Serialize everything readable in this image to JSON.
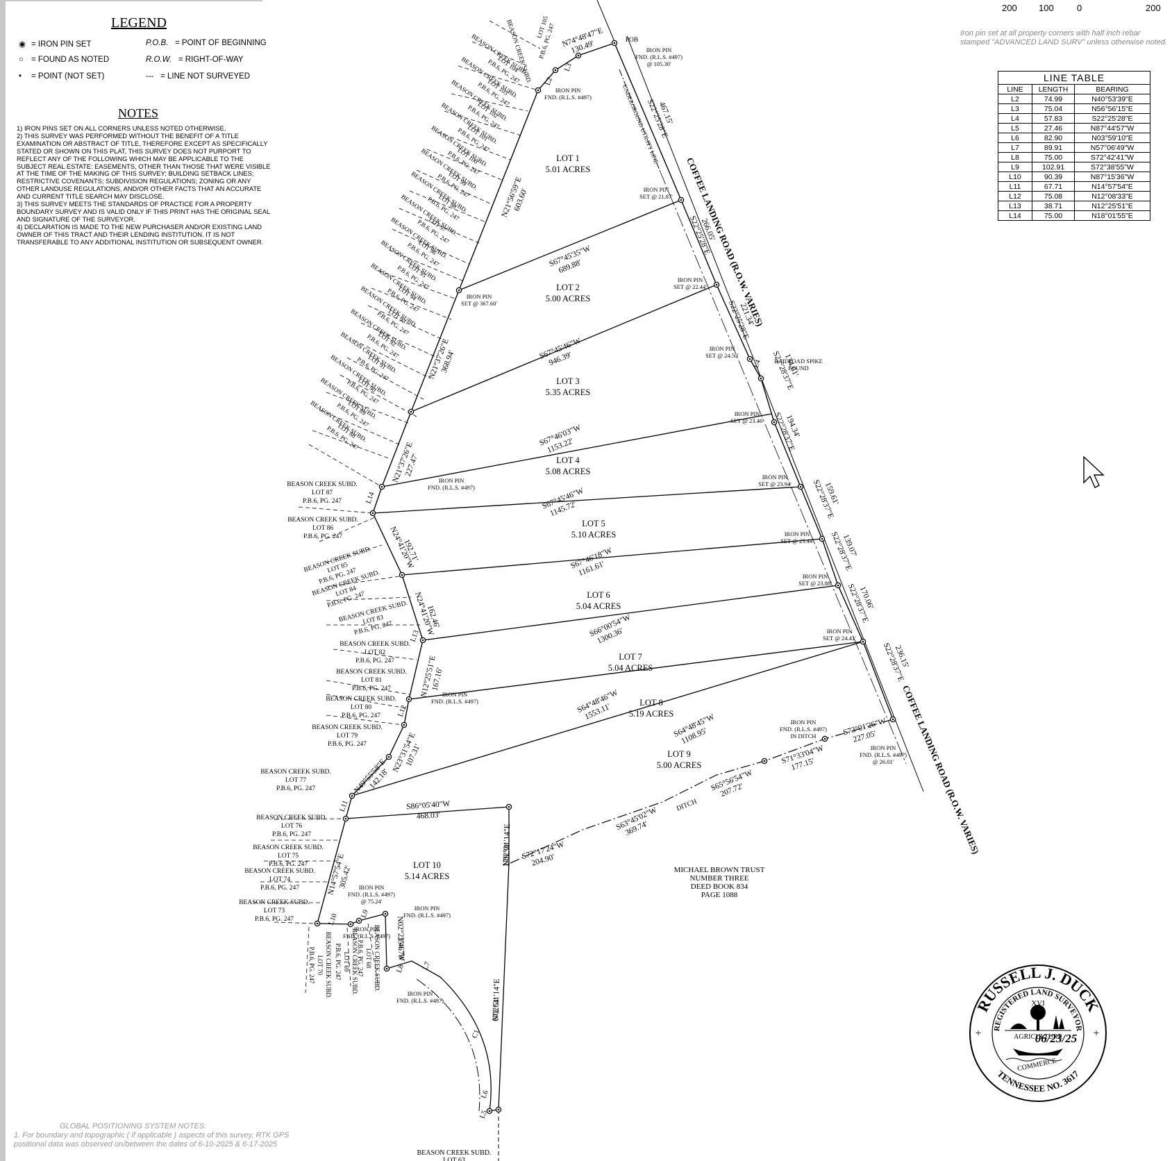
{
  "legend": {
    "title": "LEGEND",
    "items": [
      {
        "symbol": "iron-pin-set",
        "label": "= IRON PIN SET"
      },
      {
        "symbol": "found-as-noted",
        "label": "= FOUND AS NOTED"
      },
      {
        "symbol": "point-not-set",
        "label": "= POINT (NOT SET)"
      },
      {
        "abbr": "P.O.B.",
        "label": "= POINT OF BEGINNING"
      },
      {
        "abbr": "R.O.W.",
        "label": "= RIGHT-OF-WAY"
      },
      {
        "abbr": "---",
        "label": "= LINE NOT SURVEYED"
      }
    ]
  },
  "notes": {
    "title": "NOTES",
    "items": [
      "1) IRON PINS SET ON ALL CORNERS UNLESS NOTED OTHERWISE.",
      "2) THIS SURVEY WAS PERFORMED WITHOUT THE BENEFIT OF A TITLE EXAMINATION OR ABSTRACT OF TITLE, THEREFORE EXCEPT AS SPECIFICALLY STATED OR SHOWN ON THIS PLAT, THIS SURVEY DOES NOT PURPORT TO REFLECT ANY OF THE FOLLOWING WHICH MAY BE APPLICABLE TO THE SUBJECT REAL ESTATE: EASEMENTS, OTHER THAN THOSE THAT WERE VISIBLE AT THE TIME OF THE MAKING OF THIS SURVEY; BUILDING SETBACK LINES; RESTRICTIVE COVENANTS; SUBDIVISION REGULATIONS; ZONING OR ANY OTHER LANDUSE REGULATIONS, AND/OR OTHER FACTS THAT AN ACCURATE AND CURRENT TITLE SEARCH MAY DISCLOSE.",
      "3) THIS SURVEY MEETS THE STANDARDS OF PRACTICE FOR A PROPERTY BOUNDARY SURVEY AND IS VALID ONLY IF THIS PRINT HAS THE ORIGINAL SEAL AND SIGNATURE OF THE SURVEYOR.",
      "4) DECLARATION IS MADE TO THE NEW PURCHASER AND/OR EXISTING LAND OWNER OF THIS TRACT AND THEIR LENDING INSTITUTION. IT IS NOT TRANSFERABLE TO ANY ADDITIONAL INSTITUTION OR SUBSEQUENT OWNER."
    ]
  },
  "scale": {
    "labels": [
      "200",
      "100",
      "0",
      "200"
    ]
  },
  "iron_note": "Iron pin set at all property corners with half inch rebar stamped \"ADVANCED LAND SURV\" unless otherwise noted.",
  "gps_notes": {
    "title": "GLOBAL POSITIONING SYSTEM NOTES:",
    "item": "1. For boundary and topographic ( if applicable ) aspects of this survey, RTK GPS positional data was observed on/between the dates of 6-10-2025 & 6-17-2025"
  },
  "line_table": {
    "title": "LINE TABLE",
    "headers": [
      "LINE",
      "LENGTH",
      "BEARING"
    ],
    "rows": [
      [
        "L2",
        "74.99",
        "N40°53'39\"E"
      ],
      [
        "L3",
        "75.04",
        "N56°56'15\"E"
      ],
      [
        "L4",
        "57.83",
        "S22°25'28\"E"
      ],
      [
        "L5",
        "27.46",
        "N87°44'57\"W"
      ],
      [
        "L6",
        "82.90",
        "N03°59'10\"E"
      ],
      [
        "L7",
        "89.91",
        "N57°06'49\"W"
      ],
      [
        "L8",
        "75.00",
        "S72°42'41\"W"
      ],
      [
        "L9",
        "102.91",
        "S72°38'55\"W"
      ],
      [
        "L10",
        "90.39",
        "N87°15'36\"W"
      ],
      [
        "L11",
        "67.71",
        "N14°57'54\"E"
      ],
      [
        "L12",
        "75.08",
        "N12°08'33\"E"
      ],
      [
        "L13",
        "38.71",
        "N12°25'51\"E"
      ],
      [
        "L14",
        "75.00",
        "N18°01'55\"E"
      ]
    ]
  },
  "lots": [
    {
      "name": "LOT 1",
      "area": "5.01 ACRES"
    },
    {
      "name": "LOT 2",
      "area": "5.00 ACRES"
    },
    {
      "name": "LOT 3",
      "area": "5.35 ACRES"
    },
    {
      "name": "LOT 4",
      "area": "5.08 ACRES"
    },
    {
      "name": "LOT 5",
      "area": "5.10 ACRES"
    },
    {
      "name": "LOT 6",
      "area": "5.04 ACRES"
    },
    {
      "name": "LOT 7",
      "area": "5.04 ACRES"
    },
    {
      "name": "LOT 8",
      "area": "5.19 ACRES"
    },
    {
      "name": "LOT 9",
      "area": "5.00 ACRES"
    },
    {
      "name": "LOT 10",
      "area": "5.14 ACRES"
    }
  ],
  "lot_lines": [
    {
      "bearing": "S67°45'35\"W",
      "dist": "689.88'"
    },
    {
      "bearing": "S67°45'46\"W",
      "dist": "946.39'"
    },
    {
      "bearing": "S67°46'03\"W",
      "dist": "1153.22'"
    },
    {
      "bearing": "S67°45'46\"W",
      "dist": "1145.72'"
    },
    {
      "bearing": "S67°46'18\"W",
      "dist": "1161.61'"
    },
    {
      "bearing": "S66°00'54\"W",
      "dist": "1300.36'"
    },
    {
      "bearing": "S64°48'46\"W",
      "dist": "1553.11'"
    },
    {
      "bearing": "S64°48'45\"W",
      "dist": "1108.95'"
    },
    {
      "bearing": "S86°05'40\"W",
      "dist": "468.03'"
    }
  ],
  "road_calls": [
    {
      "bearing": "S22°25'28\"E",
      "dist": "467.15'"
    },
    {
      "bearing": "S22°25'28\"E",
      "dist": "266.05'"
    },
    {
      "bearing": "S22°25'28\"E",
      "dist": "221.34'"
    },
    {
      "bearing": "S22°28'37\"E",
      "dist": "134.61'"
    },
    {
      "bearing": "S22°28'37\"E",
      "dist": "194.34'"
    },
    {
      "bearing": "S22°28'37\"E",
      "dist": "159.61'"
    },
    {
      "bearing": "S22°28'37\"E",
      "dist": "139.07'"
    },
    {
      "bearing": "S22°28'37\"E",
      "dist": "170.06'"
    },
    {
      "bearing": "S22°28'37\"E",
      "dist": "236.15'"
    }
  ],
  "west_calls": [
    {
      "bearing": "N21°56'59\"E",
      "dist": "603.60'"
    },
    {
      "bearing": "N21°37'26\"E",
      "dist": "368.94'"
    },
    {
      "bearing": "N21°37'26\"E",
      "dist": "227.47'"
    },
    {
      "bearing": "N24°41'20\"W",
      "dist": "192.71'"
    },
    {
      "bearing": "N24°41'20\"W",
      "dist": "162.46'"
    },
    {
      "bearing": "N12°25'51\"E",
      "dist": "167.16'"
    },
    {
      "bearing": "N23°31'54\"E",
      "dist": "107.31'"
    },
    {
      "bearing": "N49°55'58\"E",
      "dist": "142.18'"
    },
    {
      "bearing": "N14°57'54\"E",
      "dist": "305.42'"
    }
  ],
  "south_calls": [
    {
      "bearing": "S73°01'26\"W",
      "dist": "227.05'"
    },
    {
      "bearing": "S71°33'04\"W",
      "dist": "177.15'"
    },
    {
      "bearing": "S65°56'54\"W",
      "dist": "207.72'"
    },
    {
      "bearing": "S63°45'02\"W",
      "dist": "369.74'"
    },
    {
      "bearing": "S72°17'24\"W",
      "dist": "204.90'"
    },
    {
      "bearing": "N02°31'14\"E",
      "dist": "179.30'"
    },
    {
      "bearing": "N02°31'14\"E",
      "dist": "672.64'"
    },
    {
      "bearing": "N02°23'46\"W",
      "dist": "154.73'"
    },
    {
      "bearing": "N74°48'47\"E",
      "dist": "130.49'"
    }
  ],
  "pins": [
    {
      "label": "IRON PIN",
      "sub": "SET @ 21.87'"
    },
    {
      "label": "IRON PIN",
      "sub": "SET @ 22.44'"
    },
    {
      "label": "IRON PIN",
      "sub": "SET @ 24.50'"
    },
    {
      "label": "IRON PIN",
      "sub": "SET @ 23.46'"
    },
    {
      "label": "IRON PIN",
      "sub": "SET @ 23.94'"
    },
    {
      "label": "IRON PIN",
      "sub": "SET @ 23.44'"
    },
    {
      "label": "IRON PIN",
      "sub": "SET @ 23.88'"
    },
    {
      "label": "IRON PIN",
      "sub": "SET @ 24.41'"
    },
    {
      "label": "IRON PIN",
      "sub": "SET @ 367.60'"
    },
    {
      "label": "IRON PIN",
      "sub": "FND. (R.L.S. #497)"
    },
    {
      "label": "IRON PIN",
      "sub": "FND. (R.L.S. #497)"
    },
    {
      "label": "IRON PIN",
      "sub": "FND. (R.L.S. #497)"
    },
    {
      "label": "IRON PIN",
      "sub": "FND. (R.L.S. #497)"
    },
    {
      "label": "IRON PIN",
      "sub": "FND. (R.L.S. #497)"
    },
    {
      "label": "IRON PIN",
      "sub": "FND. (R.L.S. #497)"
    }
  ],
  "pin_extras": {
    "pob_pin": {
      "label": "IRON PIN",
      "sub": "FND. (R.L.S. #497)",
      "sub2": "@ 105.30'"
    },
    "ditch_pin": {
      "label": "IRON PIN",
      "sub": "FND. (R.L.S. #497)",
      "sub2": "IN DITCH"
    },
    "road_pin": {
      "label": "IRON PIN",
      "sub": "FND. (R.L.S. #497)",
      "sub2": "@ 26.01'"
    },
    "l9_pin": {
      "label": "IRON PIN",
      "sub": "FND. (R.L.S. #497)",
      "sub2": "@ 75.24'"
    },
    "railroad_spike": {
      "label": "RAILROAD SPIKE",
      "sub": "FOUND"
    }
  },
  "adjoiners_west": [
    "BEASON CREEK SUBD.",
    "LOT 105",
    "P.B.6, PG. 247",
    "LOT 104",
    "LOT 103",
    "LOT 102",
    "LOT 101",
    "LOT 100",
    "LOT 99",
    "LOT 98",
    "LOT 97",
    "LOT 96",
    "LOT 95",
    "LOT 94",
    "LOT 93",
    "LOT 92",
    "LOT 91",
    "LOT 90",
    "LOT 89",
    "LOT 88"
  ],
  "adjoiners_block": [
    {
      "subd": "BEASON CREEK SUBD.",
      "lot": "LOT 87",
      "pb": "P.B.6, PG. 247"
    },
    {
      "subd": "BEASON CREEK SUBD.",
      "lot": "LOT 86",
      "pb": "P.B.6, PG. 247"
    },
    {
      "subd": "BEASON CREEK SUBD.",
      "lot": "LOT 85",
      "pb": "P.B.6, PG. 247"
    },
    {
      "subd": "BEASON CREEK SUBD.",
      "lot": "LOT 84",
      "pb": "P.B.6, PG. 247"
    },
    {
      "subd": "BEASON CREEK SUBD.",
      "lot": "LOT 83",
      "pb": "P.B.6, PG. 247"
    },
    {
      "subd": "BEASON CREEK SUBD.",
      "lot": "LOT 82",
      "pb": "P.B.6, PG. 247"
    },
    {
      "subd": "BEASON CREEK SUBD.",
      "lot": "LOT 81",
      "pb": "P.B.6, PG. 247"
    },
    {
      "subd": "BEASON CREEK SUBD.",
      "lot": "LOT 80",
      "pb": "P.B.6, PG. 247"
    },
    {
      "subd": "BEASON CREEK SUBD.",
      "lot": "LOT 79",
      "pb": "P.B.6, PG. 247"
    },
    {
      "subd": "BEASON CREEK SUBD.",
      "lot": "LOT 77",
      "pb": "P.B.6, PG. 247"
    },
    {
      "subd": "BEASON CREEK SUBD.",
      "lot": "LOT 76",
      "pb": "P.B.6, PG. 247"
    },
    {
      "subd": "BEASON CREEK SUBD.",
      "lot": "LOT 75",
      "pb": "P.B.6, PG. 247"
    },
    {
      "subd": "BEASON CREEK SUBD.",
      "lot": "LOT 74",
      "pb": "P.B.6, PG. 247"
    },
    {
      "subd": "BEASON CREEK SUBD.",
      "lot": "LOT 73",
      "pb": "P.B.6, PG. 247"
    }
  ],
  "adjoiners_south": [
    {
      "subd": "BEASON CREEK SUBD.",
      "lot": "LOT 70",
      "pb": "P.B.6, PG. 247"
    },
    {
      "subd": "BEASON CREEK SUBD.",
      "lot": "LOT 69",
      "pb": "P.B.6, PG. 247"
    },
    {
      "subd": "BEASON CREEK SUBD.",
      "lot": "LOT 68",
      "pb": "P.B.6, PG. 247"
    }
  ],
  "bottom_adjoiner": {
    "subd": "BEASON CREEK SUBD.",
    "lot": "LOT 63"
  },
  "road_label": "COFFEE LANDING ROAD (R.O.W. VARIES)",
  "utility_label": "UNDERGROUND UTILITY LINE",
  "pob_label": "POB",
  "ditch_label": "DITCH",
  "line_labels": [
    "L2",
    "L3",
    "L4",
    "L5",
    "L6",
    "L7",
    "L8",
    "L9",
    "L10",
    "L11",
    "L12",
    "L13",
    "L14",
    "C1"
  ],
  "trust": {
    "lines": [
      "MICHAEL BROWN TRUST",
      "NUMBER THREE",
      "DEED BOOK 834",
      "PAGE 1088"
    ]
  },
  "seal": {
    "name": "RUSSELL J. DUCK",
    "title": "REGISTERED LAND SURVEYOR",
    "number": "XVI",
    "agri": "AGRICULTURE",
    "commerce": "COMMERCE",
    "state": "TENNESSEE NO. 3617",
    "date": "06/23/25"
  }
}
